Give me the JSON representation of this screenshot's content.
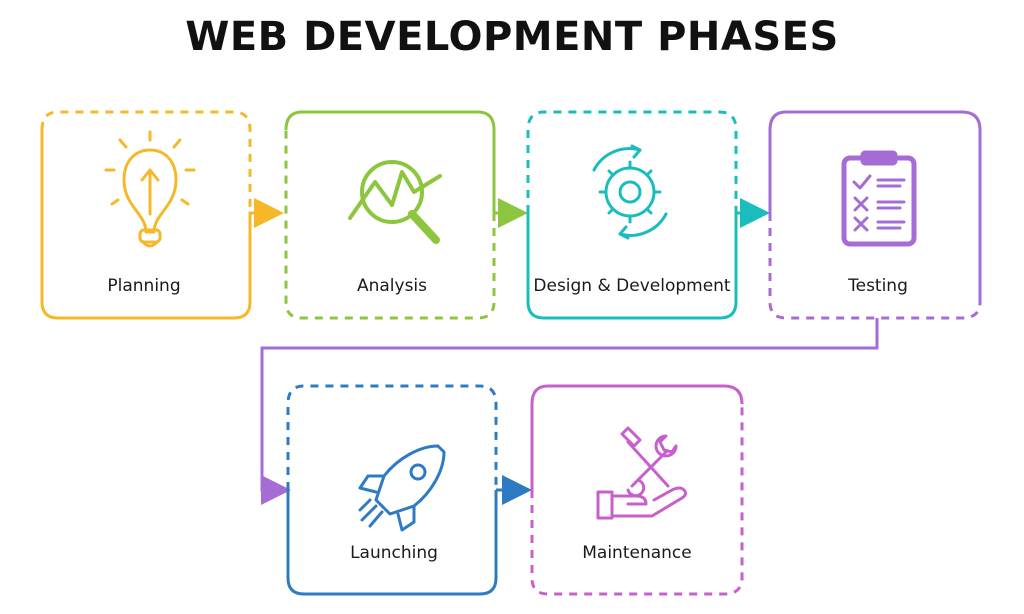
{
  "title": "WEB DEVELOPMENT PHASES",
  "phases": [
    {
      "label": "Planning",
      "icon": "lightbulb-icon",
      "color": "#F5B829",
      "border": "solid"
    },
    {
      "label": "Analysis",
      "icon": "magnifier-chart-icon",
      "color": "#8CC63F",
      "border": "dashed"
    },
    {
      "label": "Design & Development",
      "icon": "gear-icon",
      "color": "#1BBCBE",
      "border": "dashed"
    },
    {
      "label": "Testing",
      "icon": "clipboard-checklist-icon",
      "color": "#A66CD6",
      "border": "dashed"
    },
    {
      "label": "Launching",
      "icon": "rocket-icon",
      "color": "#2E7BC4",
      "border": "dashed"
    },
    {
      "label": "Maintenance",
      "icon": "tools-hand-icon",
      "color": "#C75FCC",
      "border": "dashed"
    }
  ]
}
